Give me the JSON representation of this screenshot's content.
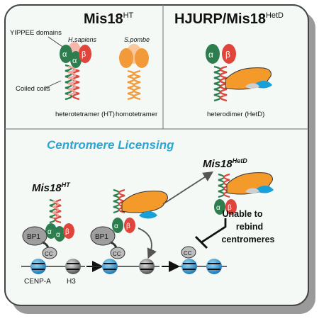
{
  "top_left": {
    "title": "Mis18",
    "title_sup": "HT",
    "label_yippee": "YIPPEE domains",
    "label_coiled": "Coiled coils",
    "species_human": "H.sapiens",
    "species_pombe": "S.pombe",
    "caption_ht": "heterotetramer (HT)",
    "caption_homo": "homotetramer",
    "alpha": "α",
    "beta": "β"
  },
  "top_right": {
    "title": "HJURP/Mis18",
    "title_sup": "HetD",
    "caption": "heterodimer (HetD)",
    "alpha": "α",
    "beta": "β"
  },
  "bottom": {
    "title": "Centromere Licensing",
    "mis18ht_label": "Mis18",
    "mis18ht_sup": "HT",
    "mis18hetd_label": "Mis18",
    "mis18hetd_sup": "HetD",
    "bp1_label": "BP1",
    "cc_label": "CC",
    "cenpa_label": "CENP-A",
    "h3_label": "H3",
    "unable_line1": "Unable to",
    "unable_line2": "rebind",
    "unable_line3": "centromeres",
    "alpha": "α",
    "beta": "β"
  },
  "colors": {
    "alpha_green": "#2e7d4f",
    "beta_red": "#e0453b",
    "pombe_orange": "#f29a3a",
    "hjurp_orange": "#f39a2a",
    "hjurp_blue": "#1aa0d8",
    "licensing_blue": "#2aa6d6",
    "panel_bg": "#f4f9f6",
    "nucleosome_blue": "#1f9ad6"
  }
}
